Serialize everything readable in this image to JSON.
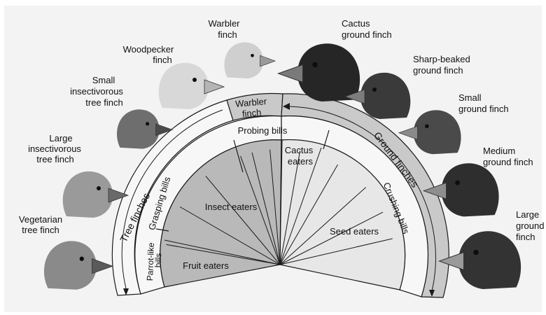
{
  "colors": {
    "background": "#f3f3f3",
    "band_light": "#f7f7f7",
    "band_dark": "#c9c9c9",
    "wedge_dark": "#b9b9b9",
    "wedge_light": "#e7e7e7",
    "line": "#1a1a1a"
  },
  "finches": {
    "vegetarian": [
      "Vegetarian",
      "tree finch"
    ],
    "large_insectivorous": [
      "Large",
      "insectivorous",
      "tree finch"
    ],
    "small_insectivorous": [
      "Small",
      "insectivorous",
      "tree finch"
    ],
    "woodpecker": [
      "Woodpecker",
      "finch"
    ],
    "warbler": [
      "Warbler",
      "finch"
    ],
    "cactus_ground": [
      "Cactus",
      "ground finch"
    ],
    "sharp_beaked": [
      "Sharp-beaked",
      "ground finch"
    ],
    "small_ground": [
      "Small",
      "ground finch"
    ],
    "medium_ground": [
      "Medium",
      "ground finch"
    ],
    "large_ground": [
      "Large",
      "ground",
      "finch"
    ]
  },
  "diagram": {
    "outer_band": {
      "tree_finches": "Tree finches",
      "warbler_finch": [
        "Warbler",
        "finch"
      ],
      "ground_finches": "Ground finches"
    },
    "bill_band": {
      "probing": "Probing bills",
      "grasping": "Grasping bills",
      "parrot_like": [
        "Parrot-like",
        "bills"
      ],
      "crushing": "Crushing bills"
    },
    "diet": {
      "insect_eaters": "Insect eaters",
      "fruit_eaters": "Fruit eaters",
      "cactus_eaters": [
        "Cactus",
        "eaters"
      ],
      "seed_eaters": "Seed eaters"
    }
  },
  "heads": [
    {
      "id": "vegetarian",
      "tone": "#8a8a8a",
      "beak": "#5a5a5a"
    },
    {
      "id": "large_insectivorous",
      "tone": "#9a9a9a",
      "beak": "#6a6a6a"
    },
    {
      "id": "small_insectivorous",
      "tone": "#6e6e6e",
      "beak": "#4a4a4a"
    },
    {
      "id": "woodpecker",
      "tone": "#d8d8d8",
      "beak": "#b5b5b5"
    },
    {
      "id": "warbler",
      "tone": "#cfcfcf",
      "beak": "#9a9a9a"
    },
    {
      "id": "cactus_ground",
      "tone": "#262626",
      "beak": "#7a7a7a"
    },
    {
      "id": "sharp_beaked",
      "tone": "#3a3a3a",
      "beak": "#7d7d7d"
    },
    {
      "id": "small_ground",
      "tone": "#4a4a4a",
      "beak": "#8a8a8a"
    },
    {
      "id": "medium_ground",
      "tone": "#2e2e2e",
      "beak": "#8e8e8e"
    },
    {
      "id": "large_ground",
      "tone": "#333333",
      "beak": "#9a9a9a"
    }
  ]
}
